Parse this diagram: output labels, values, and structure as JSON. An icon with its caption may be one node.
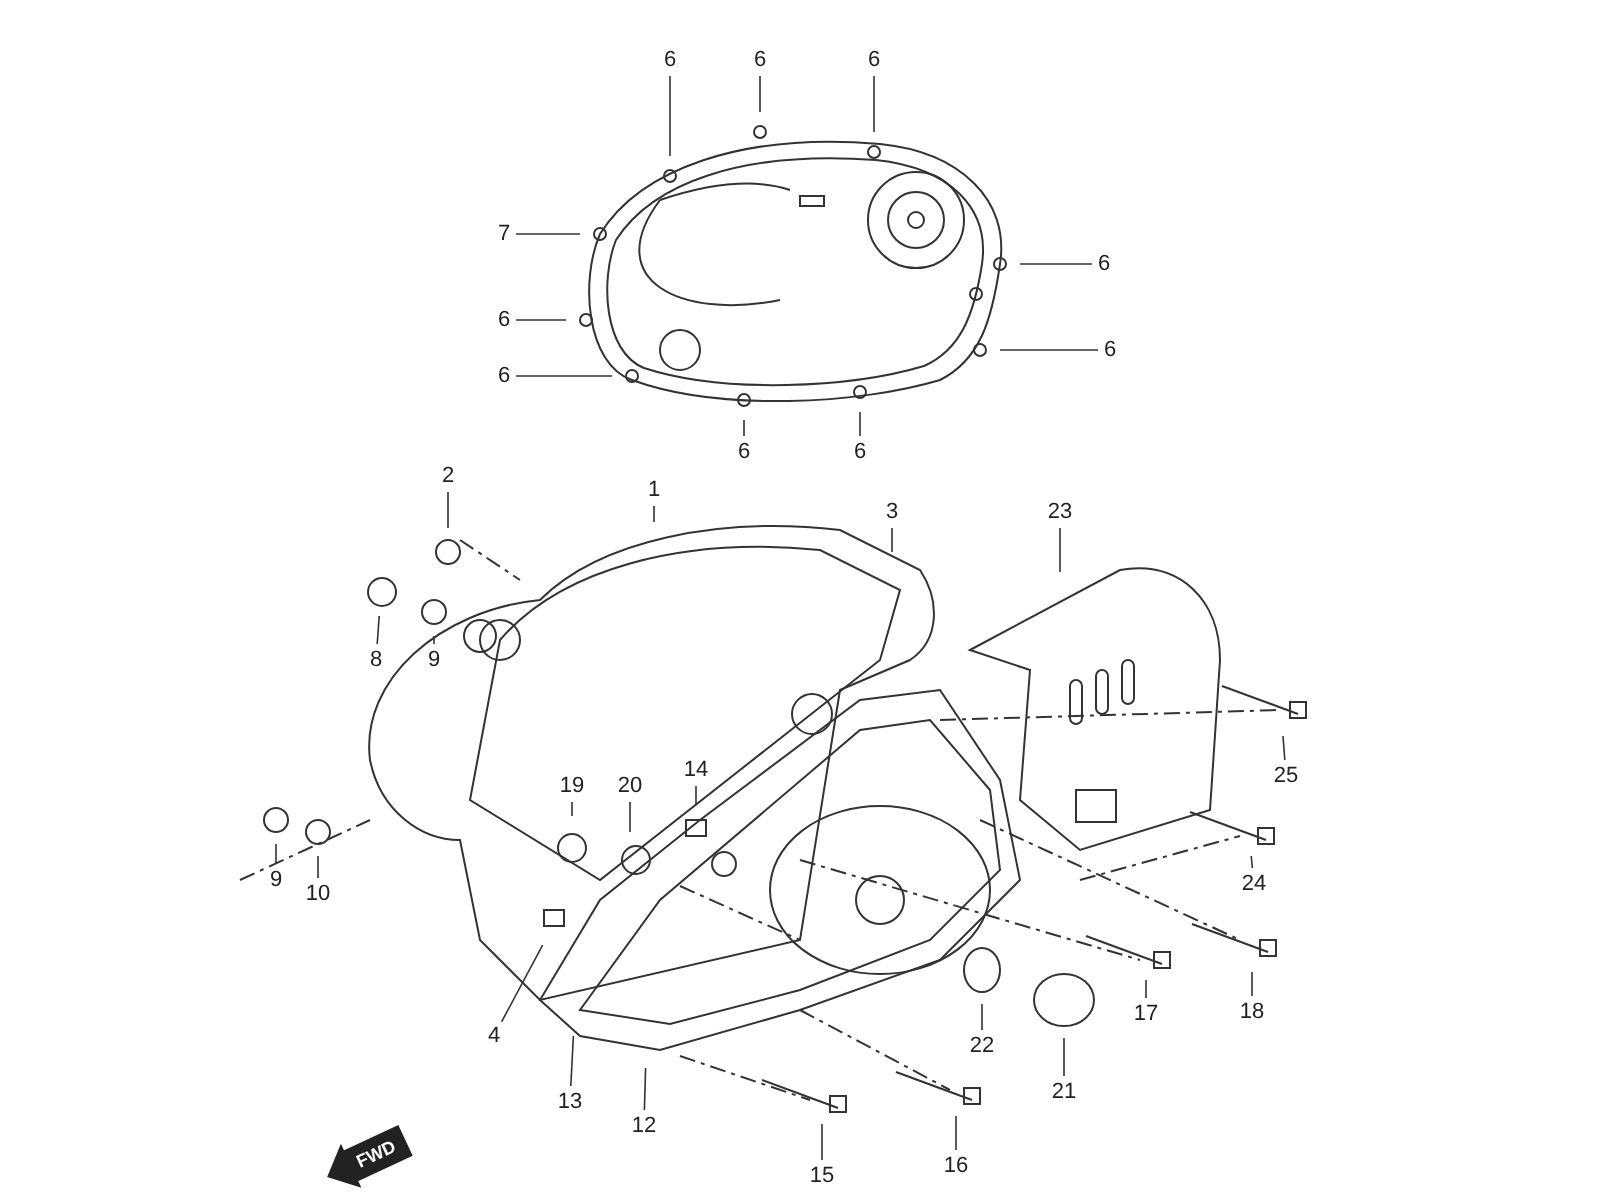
{
  "diagram": {
    "nodes": [
      {
        "text": [
          "6"
        ]
      },
      {
        "text": [
          "6"
        ]
      },
      {
        "text": [
          "6"
        ]
      },
      {
        "text": [
          "7"
        ]
      },
      {
        "text": [
          "6"
        ]
      },
      {
        "text": [
          "6"
        ]
      },
      {
        "text": [
          "6"
        ]
      },
      {
        "text": [
          "6"
        ]
      },
      {
        "text": [
          "6"
        ]
      },
      {
        "text": [
          "6"
        ]
      },
      {
        "text": [
          "2"
        ]
      },
      {
        "text": [
          "1"
        ]
      },
      {
        "text": [
          "3"
        ]
      },
      {
        "text": [
          "23"
        ]
      },
      {
        "text": [
          "8"
        ]
      },
      {
        "text": [
          "9"
        ]
      },
      {
        "text": [
          "25"
        ]
      },
      {
        "text": [
          "14"
        ]
      },
      {
        "text": [
          "19"
        ]
      },
      {
        "text": [
          "20"
        ]
      },
      {
        "text": [
          "9"
        ]
      },
      {
        "text": [
          "10"
        ]
      },
      {
        "text": [
          "24"
        ]
      },
      {
        "text": [
          "17"
        ]
      },
      {
        "text": [
          "18"
        ]
      },
      {
        "text": [
          "4"
        ]
      },
      {
        "text": [
          "22"
        ]
      },
      {
        "text": [
          "21"
        ]
      },
      {
        "text": [
          "13"
        ]
      },
      {
        "text": [
          "12"
        ]
      },
      {
        "text": [
          "16"
        ]
      },
      {
        "text": [
          "15"
        ]
      }
    ],
    "edges": [
      {
        "from": 0,
        "to": null,
        "arrow": "none"
      },
      {
        "from": 1,
        "to": null,
        "arrow": "none"
      },
      {
        "from": 2,
        "to": null,
        "arrow": "none"
      },
      {
        "from": 3,
        "to": null,
        "arrow": "none"
      },
      {
        "from": 4,
        "to": null,
        "arrow": "none"
      },
      {
        "from": 5,
        "to": null,
        "arrow": "none"
      },
      {
        "from": 6,
        "to": null,
        "arrow": "none"
      },
      {
        "from": 7,
        "to": null,
        "arrow": "none"
      },
      {
        "from": 8,
        "to": null,
        "arrow": "none"
      },
      {
        "from": 9,
        "to": null,
        "arrow": "none"
      },
      {
        "from": 10,
        "to": null,
        "arrow": "none"
      },
      {
        "from": 11,
        "to": null,
        "arrow": "none"
      },
      {
        "from": 12,
        "to": null,
        "arrow": "none"
      },
      {
        "from": 13,
        "to": null,
        "arrow": "none"
      },
      {
        "from": 14,
        "to": null,
        "arrow": "none"
      },
      {
        "from": 15,
        "to": null,
        "arrow": "none"
      },
      {
        "from": 16,
        "to": null,
        "arrow": "none"
      },
      {
        "from": 17,
        "to": null,
        "arrow": "none"
      },
      {
        "from": 18,
        "to": null,
        "arrow": "none"
      },
      {
        "from": 19,
        "to": null,
        "arrow": "none"
      },
      {
        "from": 20,
        "to": null,
        "arrow": "none"
      },
      {
        "from": 21,
        "to": null,
        "arrow": "none"
      },
      {
        "from": 22,
        "to": null,
        "arrow": "none"
      },
      {
        "from": 23,
        "to": null,
        "arrow": "none"
      },
      {
        "from": 24,
        "to": null,
        "arrow": "none"
      },
      {
        "from": 25,
        "to": null,
        "arrow": "none"
      },
      {
        "from": 26,
        "to": null,
        "arrow": "none"
      },
      {
        "from": 27,
        "to": null,
        "arrow": "none"
      },
      {
        "from": 28,
        "to": null,
        "arrow": "none"
      },
      {
        "from": 29,
        "to": null,
        "arrow": "none"
      },
      {
        "from": 30,
        "to": null,
        "arrow": "none"
      },
      {
        "from": 31,
        "to": null,
        "arrow": "none"
      }
    ],
    "labels": [
      "FWD"
    ]
  }
}
